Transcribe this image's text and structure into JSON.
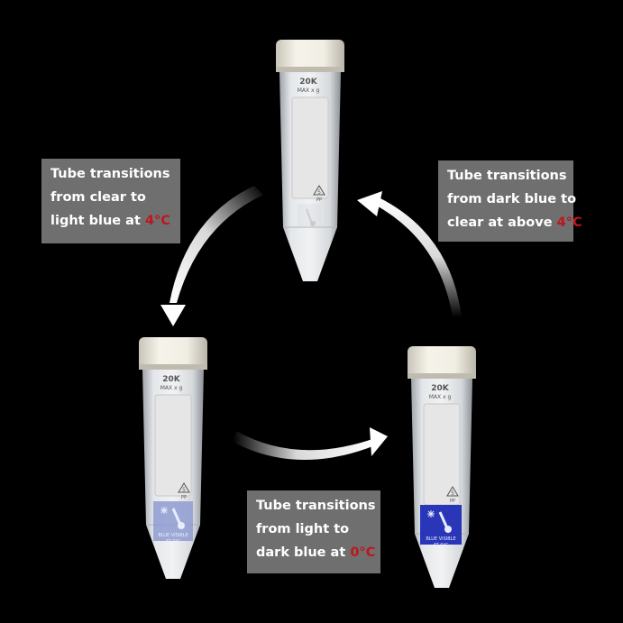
{
  "tube_label": {
    "speed_line1": "20K",
    "speed_line2": "MAX x g",
    "recycle_code": "5",
    "recycle_material": "PP"
  },
  "indicator_text": {
    "line1": "BLUE VISIBLE",
    "line2": "AT 0°C"
  },
  "tubes": [
    {
      "state": "clear",
      "color": "#d8dde2"
    },
    {
      "state": "light-blue",
      "color": "#c7cfe0"
    },
    {
      "state": "dark-blue",
      "color": "#2a36b8"
    }
  ],
  "captions": {
    "top_left": {
      "line1": "Tube transitions",
      "line2": "from clear to",
      "line3_pre": "light blue at ",
      "line3_temp": "4°C"
    },
    "top_right": {
      "line1": "Tube transitions",
      "line2": "from dark blue to",
      "line3_pre": "clear at above ",
      "line3_temp": "4°C"
    },
    "bottom": {
      "line1": "Tube transitions",
      "line2": "from light  to",
      "line3_pre": "dark blue at ",
      "line3_temp": "0°C"
    }
  },
  "colors": {
    "background": "#000000",
    "caption_bg": "#6f6f6f",
    "temperature_text": "#c0151a",
    "dark_blue_indicator": "#2a36b8",
    "light_blue_indicator": "#8f9bd0"
  }
}
